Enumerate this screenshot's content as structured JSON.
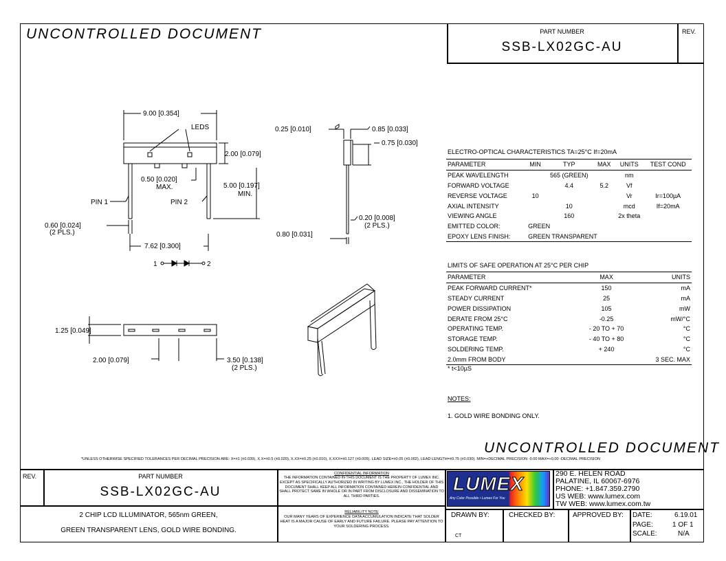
{
  "watermark_top": "UNCONTROLLED DOCUMENT",
  "watermark_bottom": "UNCONTROLLED DOCUMENT",
  "header": {
    "part_number_label": "PART NUMBER",
    "part_number": "SSB-LX02GC-AU",
    "rev_label": "REV."
  },
  "drawing": {
    "dim_width": "9.00 [0.354]",
    "leds": "LEDS",
    "dim_height": "2.00 [0.079]",
    "dim_gap": "0.50 [0.020]",
    "max": "MAX.",
    "dim_lead_len": "5.00 [0.197]",
    "min": "MIN.",
    "pin1": "PIN 1",
    "pin2": "PIN 2",
    "dim_pin_w": "0.60 [0.024]",
    "pls1": "(2 PLS.)",
    "dim_pitch": "7.62 [0.300]",
    "schematic_1": "1",
    "schematic_2": "2",
    "side_a": "0.25 [0.010]",
    "side_b": "0.85 [0.033]",
    "side_c": "0.75 [0.030]",
    "side_d": "0.20 [0.008]",
    "pls2": "(2 PLS.)",
    "side_e": "0.80 [0.031]",
    "bottom_h": "1.25 [0.049]",
    "bottom_a": "2.00 [0.079]",
    "bottom_b": "3.50 [0.138]",
    "pls3": "(2 PLS.)"
  },
  "eo": {
    "title": "ELECTRO-OPTICAL CHARACTERISTICS TA=25°C    If=20mA",
    "headers": [
      "PARAMETER",
      "MIN",
      "TYP",
      "MAX",
      "UNITS",
      "TEST COND"
    ],
    "rows": [
      [
        "PEAK WAVELENGTH",
        "",
        "565 (GREEN)",
        "",
        "nm",
        ""
      ],
      [
        "FORWARD VOLTAGE",
        "",
        "4.4",
        "5.2",
        "Vf",
        ""
      ],
      [
        "REVERSE VOLTAGE",
        "10",
        "",
        "",
        "Vr",
        "Ir=100µA"
      ],
      [
        "AXIAL INTENSITY",
        "",
        "10",
        "",
        "mcd",
        "If=20mA"
      ],
      [
        "VIEWING ANGLE",
        "",
        "160",
        "",
        "2x theta",
        ""
      ]
    ],
    "emitted_label": "EMITTED COLOR:",
    "emitted_value": "GREEN",
    "epoxy_label": "EPOXY LENS FINISH:",
    "epoxy_value": "GREEN TRANSPARENT"
  },
  "limits": {
    "title": "LIMITS OF SAFE OPERATION AT 25°C PER CHIP",
    "headers": [
      "PARAMETER",
      "MAX",
      "UNITS"
    ],
    "rows": [
      [
        "PEAK FORWARD CURRENT*",
        "150",
        "mA"
      ],
      [
        "STEADY CURRENT",
        "25",
        "mA"
      ],
      [
        "POWER DISSIPATION",
        "105",
        "mW"
      ],
      [
        "DERATE FROM 25°C",
        "-0.25",
        "mW/°C"
      ],
      [
        "OPERATING TEMP.",
        "- 20 TO + 70",
        "°C"
      ],
      [
        "STORAGE TEMP.",
        "- 40 TO + 80",
        "°C"
      ],
      [
        "SOLDERING TEMP.",
        "+ 240",
        "°C"
      ],
      [
        "2.0mm FROM BODY",
        "",
        "3 SEC. MAX"
      ]
    ],
    "footnote": "* t<10µS"
  },
  "notes": {
    "title": "NOTES:",
    "items": [
      "1. GOLD WIRE BONDING ONLY."
    ]
  },
  "tolerance_text": "*UNLESS OTHERWISE SPECIFIED TOLERANCES PER DECIMAL PRECISION ARE: X=±1 (±0.039), X.X=±0.5 (±0.020), X.XX=±0.25 (±0.010), X.XXX=±0.127 (±0.005).  LEAD SIZE=±0.05 (±0.002), LEAD LENGTH=±0.75 (±0.030). MIN=+DECIMAL PRECISION -0.00   MAX=+0.00 -DECIMAL PRECISION",
  "title_block": {
    "rev_label": "REV.",
    "part_number_label": "PART NUMBER",
    "part_number": "SSB-LX02GC-AU",
    "desc1": "2 CHIP LCD ILLUMINATOR, 565nm GREEN,",
    "desc2": "GREEN TRANSPARENT LENS, GOLD WIRE BONDING.",
    "conf_title": "CONFIDENTIAL INFORMATION",
    "conf_text": "THE INFORMATION CONTAINED IN THIS DOCUMENT IS THE PROPERTY OF LUMEX INC. EXCEPT AS SPECIFICALLY AUTHORIZED IN WRITING BY LUMEX INC., THE HOLDER OF THIS DOCUMENT SHALL KEEP ALL INFORMATION CONTAINED HEREIN CONFIDENTIAL AND SHALL PROTECT SAME IN WHOLE OR IN PART FROM DISCLOSURE AND DISSEMINATION TO ALL THIRD PARTIES.",
    "rel_title": "RELIABILITY NOTE",
    "rel_text": "OUR MANY YEARS OF EXPERIENCE DATA ACCUMULATION INDICATE THAT SOLDER HEAT IS A MAJOR CAUSE OF EARLY AND FUTURE FAILURE. PLEASE PAY ATTENTION TO YOUR SOLDERING PROCESS.",
    "logo": "LUMEX",
    "logo_tag": "Any Color Possible • Lumex For You",
    "address": [
      "290 E. HELEN ROAD",
      "PALATINE, IL  60067-6976",
      "PHONE: +1.847.359.2790",
      "US WEB: www.lumex.com",
      "TW WEB: www.lumex.com.tw"
    ],
    "drawn_label": "DRAWN BY:",
    "drawn_value": "CT",
    "checked_label": "CHECKED BY:",
    "approved_label": "APPROVED BY:",
    "date_label": "DATE:",
    "date_value": "6.19.01",
    "page_label": "PAGE:",
    "page_value": "1 OF 1",
    "scale_label": "SCALE:",
    "scale_value": "N/A"
  }
}
